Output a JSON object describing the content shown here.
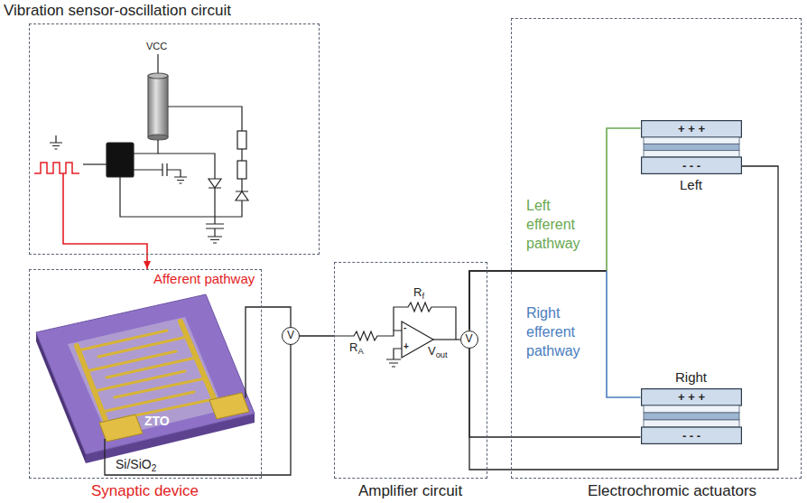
{
  "diagram": {
    "nodes": [
      {
        "text": [
          "Vibration sensor-oscillation circuit"
        ]
      },
      {
        "text": [
          "Synaptic device"
        ]
      },
      {
        "text": [
          "Amplifier circuit"
        ]
      },
      {
        "text": [
          "Electrochromic actuators"
        ]
      },
      {
        "text": [
          "V"
        ]
      },
      {
        "text": [
          "V"
        ],
        "in": 2
      },
      {
        "text": [
          "Left"
        ],
        "in": 3
      },
      {
        "text": [
          "Right"
        ],
        "in": 3
      }
    ],
    "edges": [
      {
        "from": 0,
        "to": 1,
        "arrow": "to",
        "label": "Afferent pathway"
      },
      {
        "from": 1,
        "to": 4,
        "arrow": "none"
      },
      {
        "from": 1,
        "to": 4,
        "arrow": "none"
      },
      {
        "from": 4,
        "to": 2,
        "arrow": "none"
      },
      {
        "from": 5,
        "to": 6,
        "arrow": "none",
        "label": "Left efferent pathway"
      },
      {
        "from": 5,
        "to": 7,
        "arrow": "none",
        "label": "Right efferent pathway"
      },
      {
        "from": 6,
        "to": 5,
        "arrow": "none"
      },
      {
        "from": 7,
        "to": 5,
        "arrow": "none"
      }
    ],
    "labels": [
      "VCC",
      "ZTO",
      "Si/SiO2",
      "RA",
      "Rf",
      "-",
      "+",
      "Vout",
      "+ + +",
      "- - -",
      "+ + +",
      "- - -"
    ]
  }
}
